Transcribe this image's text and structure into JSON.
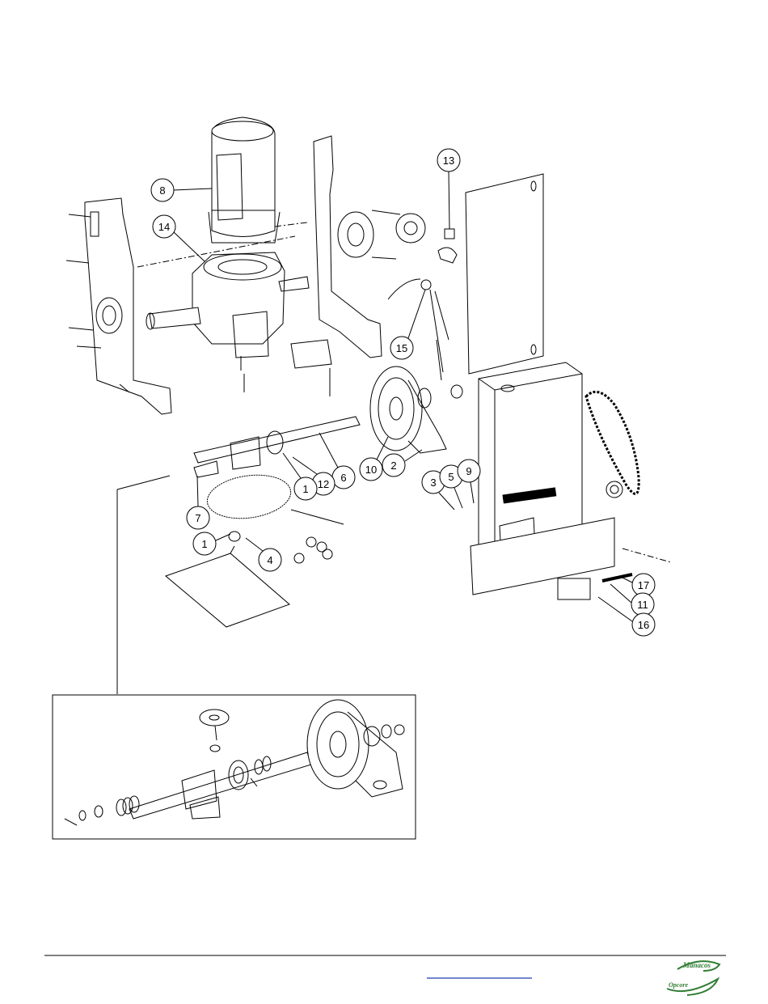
{
  "diagram": {
    "callouts": [
      "8",
      "14",
      "13",
      "15",
      "10",
      "2",
      "6",
      "12",
      "1",
      "7",
      "1",
      "4",
      "3",
      "5",
      "9",
      "17",
      "11",
      "16"
    ]
  },
  "footer": {
    "logo_line1": "Manacos",
    "logo_line2": "Opcore"
  },
  "colors": {
    "ink": "#000000",
    "logo": "#2e7d32",
    "link": "#1a3fb0"
  }
}
